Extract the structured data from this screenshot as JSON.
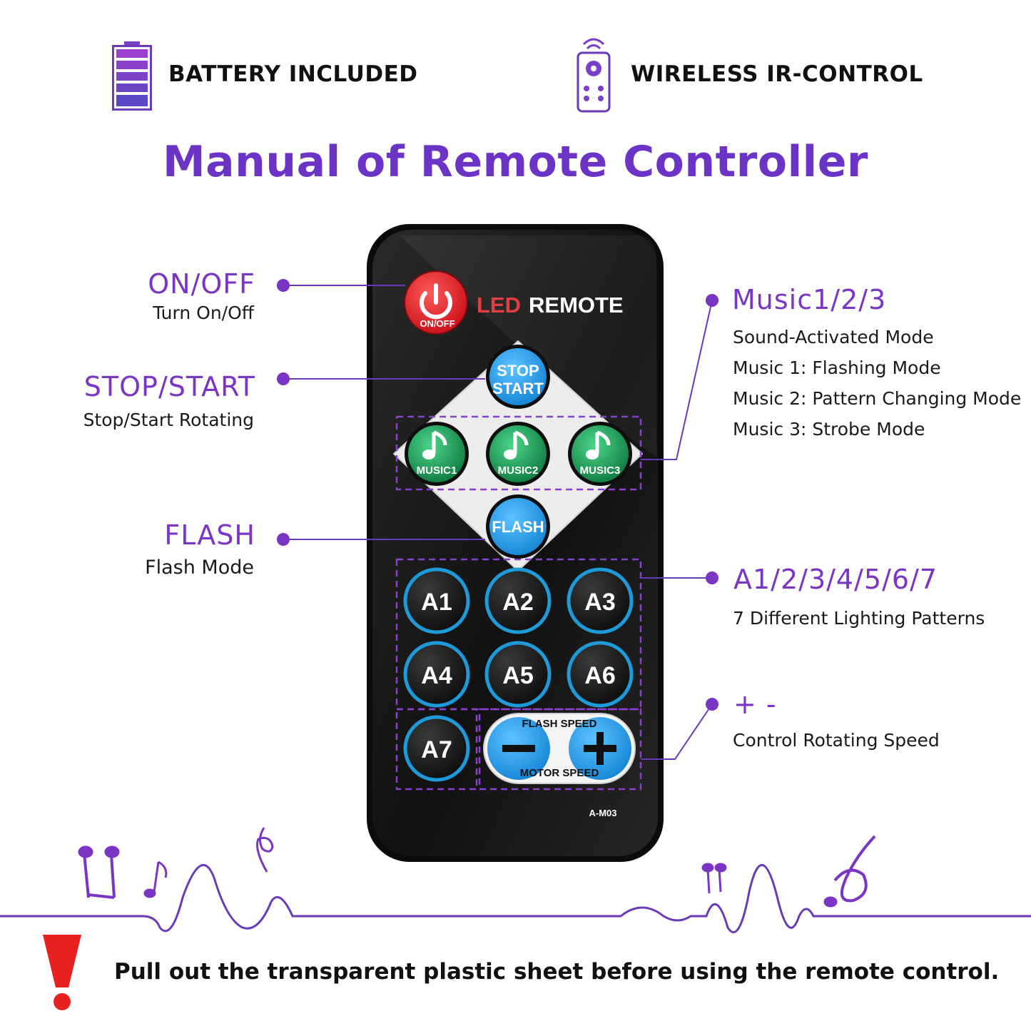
{
  "features": {
    "battery_label": "BATTERY INCLUDED",
    "wireless_label": "WIRELESS IR-CONTROL"
  },
  "title": "Manual of Remote Controller",
  "left_callouts": [
    {
      "label": "ON/OFF",
      "desc": "Turn On/Off"
    },
    {
      "label": "STOP/START",
      "desc": "Stop/Start Rotating"
    },
    {
      "label": "FLASH",
      "desc": "Flash Mode"
    }
  ],
  "right_callouts": {
    "music": {
      "label": "Music1/2/3",
      "lines": [
        "Sound-Activated Mode",
        "Music 1: Flashing Mode",
        "Music 2: Pattern Changing Mode",
        "Music 3: Strobe Mode"
      ]
    },
    "patterns": {
      "label": "A1/2/3/4/5/6/7",
      "desc": "7 Different Lighting Patterns"
    },
    "speed": {
      "label": "+ -",
      "desc": "Control Rotating Speed"
    }
  },
  "remote": {
    "brand_prefix": "LED",
    "brand_suffix": "REMOTE",
    "onoff": "ON/OFF",
    "stop": "STOP",
    "start": "START",
    "music_buttons": [
      "MUSIC1",
      "MUSIC2",
      "MUSIC3"
    ],
    "flash": "FLASH",
    "a_buttons": [
      "A1",
      "A2",
      "A3",
      "A4",
      "A5",
      "A6",
      "A7"
    ],
    "flash_speed": "FLASH SPEED",
    "motor_speed": "MOTOR SPEED",
    "model": "A-M03"
  },
  "warning": "Pull out the transparent plastic sheet before using the remote control.",
  "colors": {
    "accent": "#7b35c4",
    "title": "#6b34c7",
    "remote_body": "#1b1b1b",
    "button_blue": "#2aa3e8",
    "button_green": "#1b9a55",
    "power_red": "#e21d25"
  }
}
